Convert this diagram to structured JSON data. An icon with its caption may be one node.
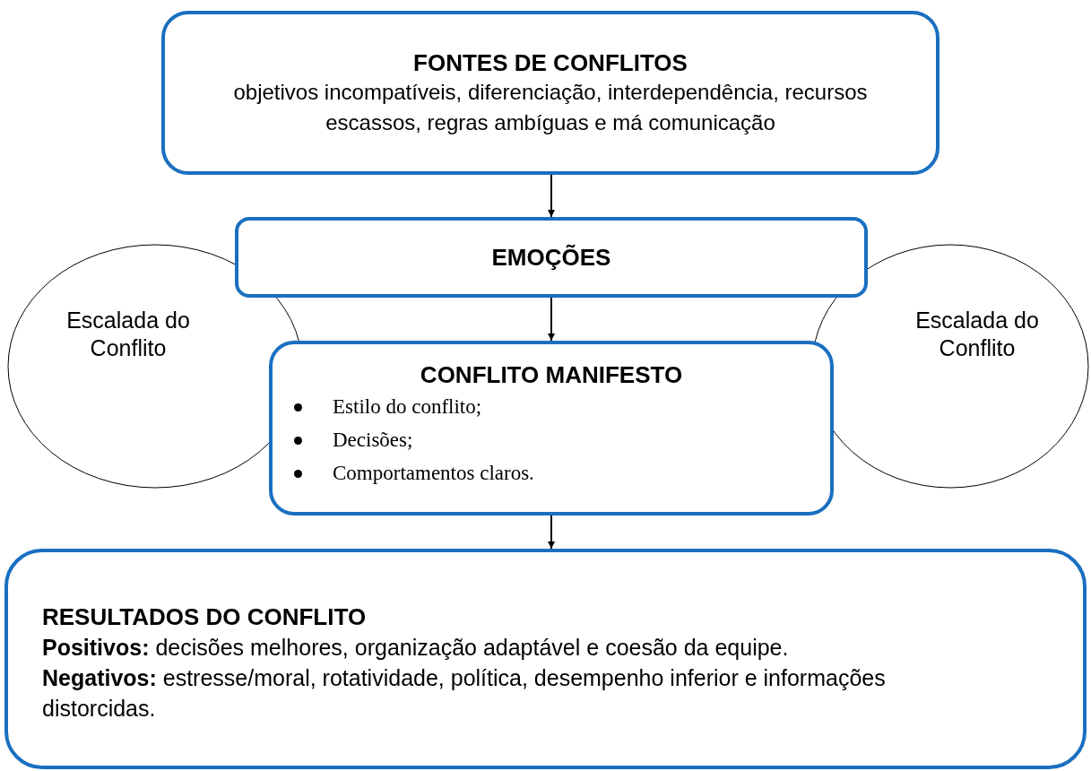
{
  "diagram": {
    "nodes": [
      {
        "text": [
          "FONTES DE CONFLITOS",
          "objetivos incompatíveis, diferenciação, interdependência, recursos escassos, regras ambíguas e má comunicação"
        ]
      },
      {
        "text": [
          "EMOÇÕES"
        ]
      },
      {
        "text": [
          "Escalada do Conflito"
        ]
      },
      {
        "text": [
          "CONFLITO MANIFESTO",
          "Estilo do conflito;",
          "Decisões;",
          "Comportamentos claros."
        ]
      },
      {
        "text": [
          "Escalada do Conflito"
        ]
      },
      {
        "text": [
          "RESULTADOS DO CONFLITO",
          "**Positivos:** decisões melhores, organização adaptável e coesão da equipe.",
          "**Negativos:** estresse/moral, rotatividade, política, desempenho inferior e informações distorcidas."
        ]
      }
    ],
    "edges": [
      {
        "from": 0,
        "to": 1,
        "arrow": "to"
      },
      {
        "from": 1,
        "to": 3,
        "arrow": "to"
      },
      {
        "from": 3,
        "to": 5,
        "arrow": "to"
      }
    ]
  }
}
